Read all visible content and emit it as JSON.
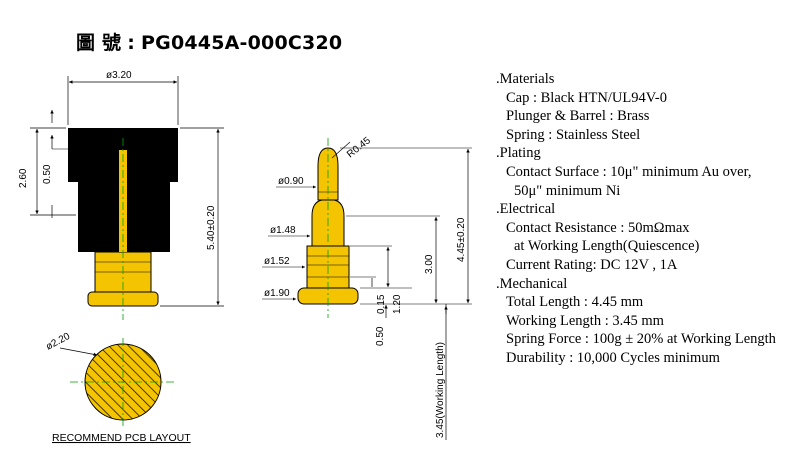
{
  "title": {
    "label": "圖 號",
    "separator": ":",
    "part_number": "PG0445A-000C320"
  },
  "cap_drawing": {
    "diameter": "ø3.20",
    "cap_height": "2.60",
    "tip_gap": "0.50",
    "total_length": "5.40±0.20"
  },
  "pin_drawing": {
    "tip_radius": "R0.45",
    "tip_diameter": "ø0.90",
    "plunger_diameter": "ø1.48",
    "barrel_diameter": "ø1.52",
    "flange_diameter": "ø1.90",
    "stroke": "3.00",
    "total_length": "4.45±0.20",
    "barrel_step": "1.20",
    "flange_height": "0.15",
    "base_gap": "0.50",
    "working_length": "3.45(Working  Length)"
  },
  "pcb": {
    "diameter": "ø2.20",
    "caption": "RECOMMEND PCB LAYOUT"
  },
  "specs": [
    {
      "heading": ".Materials",
      "items": [
        "Cap : Black HTN/UL94V-0",
        "Plunger & Barrel : Brass",
        "Spring : Stainless Steel"
      ]
    },
    {
      "heading": ".Plating",
      "items": [
        "Contact Surface : 10μ\" minimum Au over,",
        "50μ\" minimum   Ni"
      ]
    },
    {
      "heading": ".Electrical",
      "items": [
        "Contact Resistance : 50mΩmax",
        "at Working Length(Quiescence)",
        "Current Rating: DC 12V , 1A"
      ]
    },
    {
      "heading": ".Mechanical",
      "items": [
        "Total Length : 4.45 mm",
        "Working Length : 3.45 mm",
        "Spring Force :  100g ± 20% at Working Length",
        "Durability : 10,000 Cycles minimum"
      ]
    }
  ],
  "colors": {
    "gold": "#f5c400",
    "cap": "#000000",
    "centerline": "#00a000",
    "line": "#000000"
  }
}
